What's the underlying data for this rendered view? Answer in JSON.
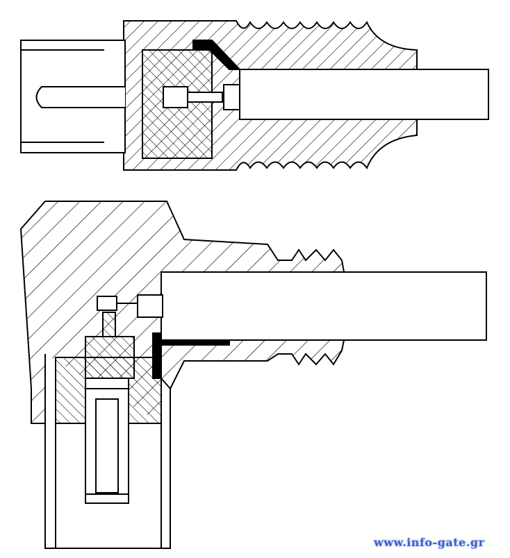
{
  "diagram": {
    "title": "Coaxial connector cross-sections",
    "parts": [
      "straight-connector-section",
      "right-angle-connector-section"
    ]
  },
  "watermark": {
    "text": "www.info-gate.gr",
    "color": "#3f5fc8"
  },
  "colors": {
    "line": "#000000",
    "background": "#ffffff"
  }
}
